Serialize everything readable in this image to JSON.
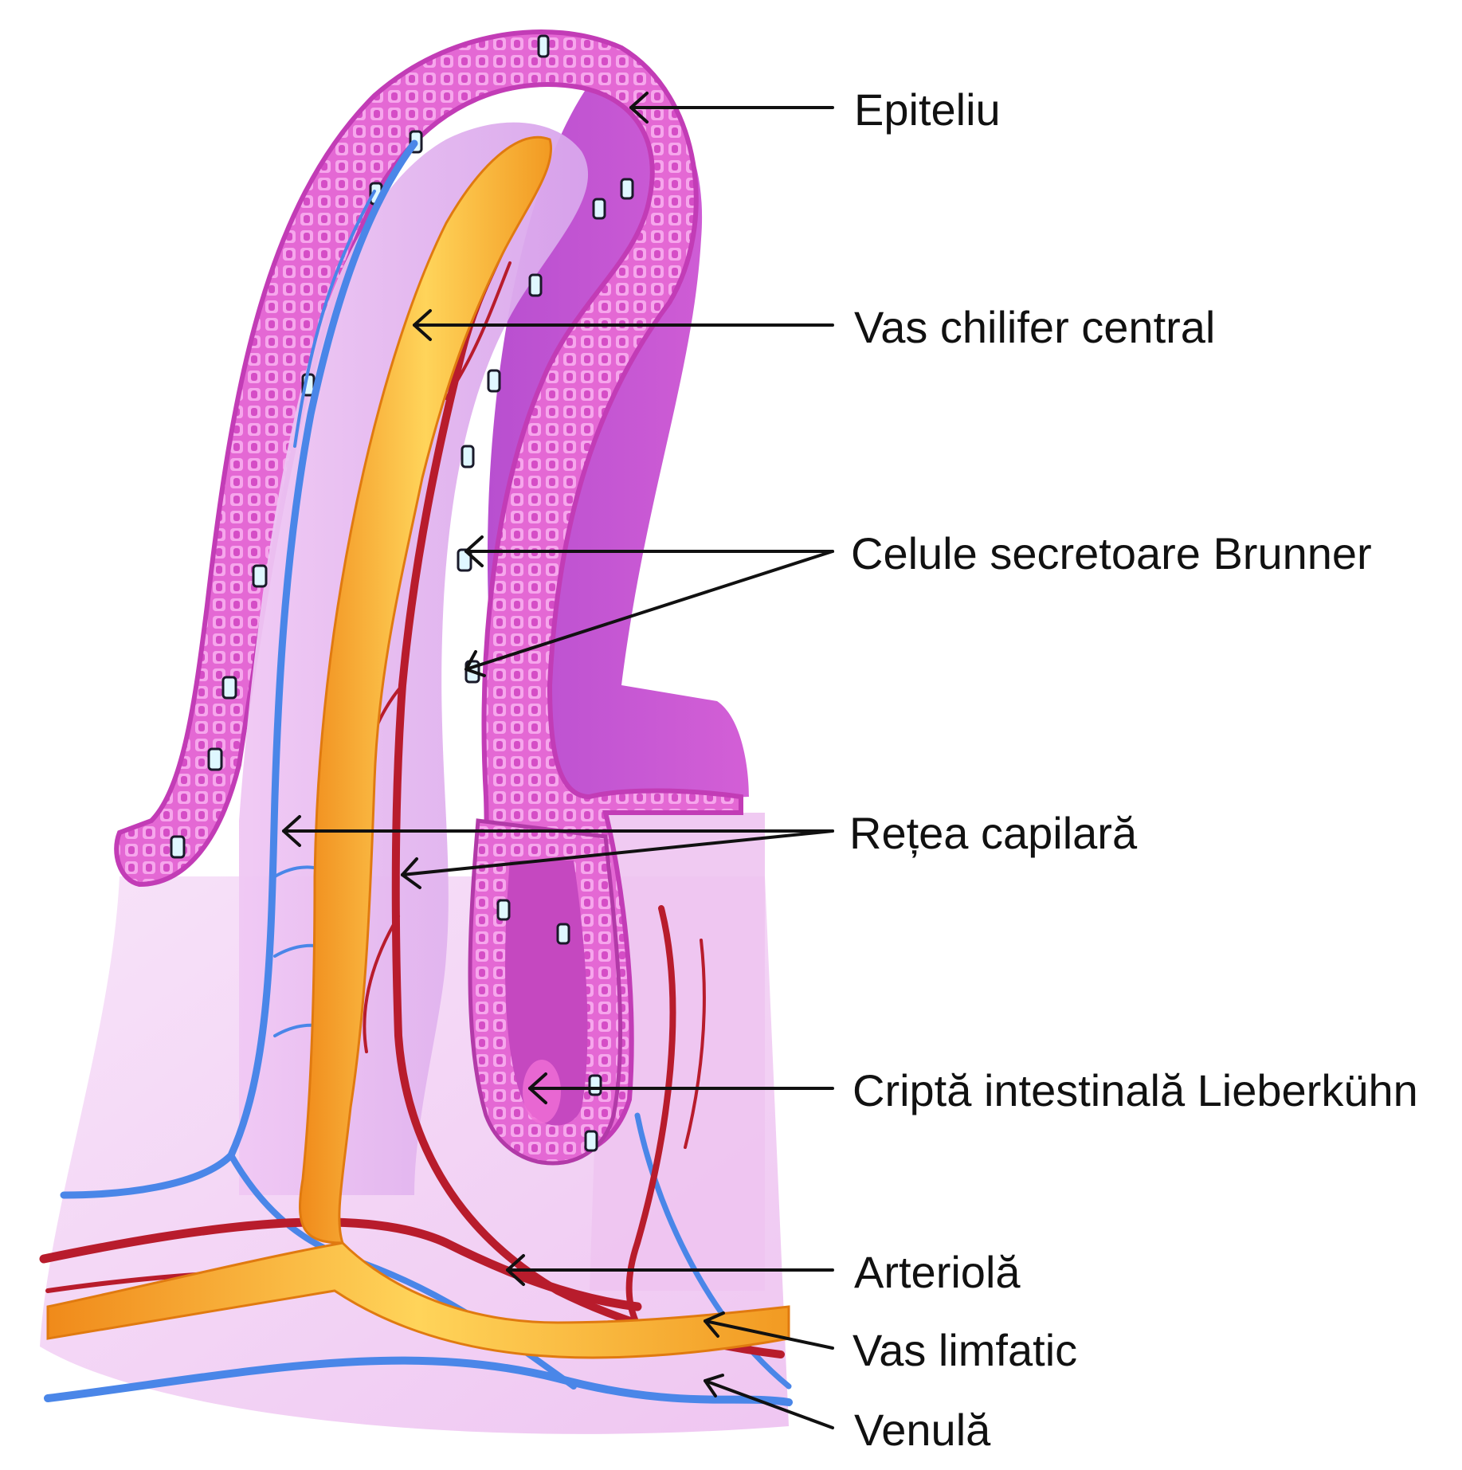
{
  "labels": {
    "epiteliu": "Epiteliu",
    "vas_chilifer": "Vas chilifer central",
    "celule_brunner": "Celule secretoare Brunner",
    "retea_capilara": "Rețea capilară",
    "cripta": "Criptă intestinală Lieberkühn",
    "arteriola": "Arteriolă",
    "vas_limfatic": "Vas limfatic",
    "venula": "Venulă"
  },
  "colors": {
    "epithelium": "#e05fd0",
    "lamina": "#c95ad8",
    "lacteal": "#f7b52e",
    "artery": "#b81c2c",
    "vein": "#4a86e8",
    "background_tissue": "#f3d6f5"
  }
}
